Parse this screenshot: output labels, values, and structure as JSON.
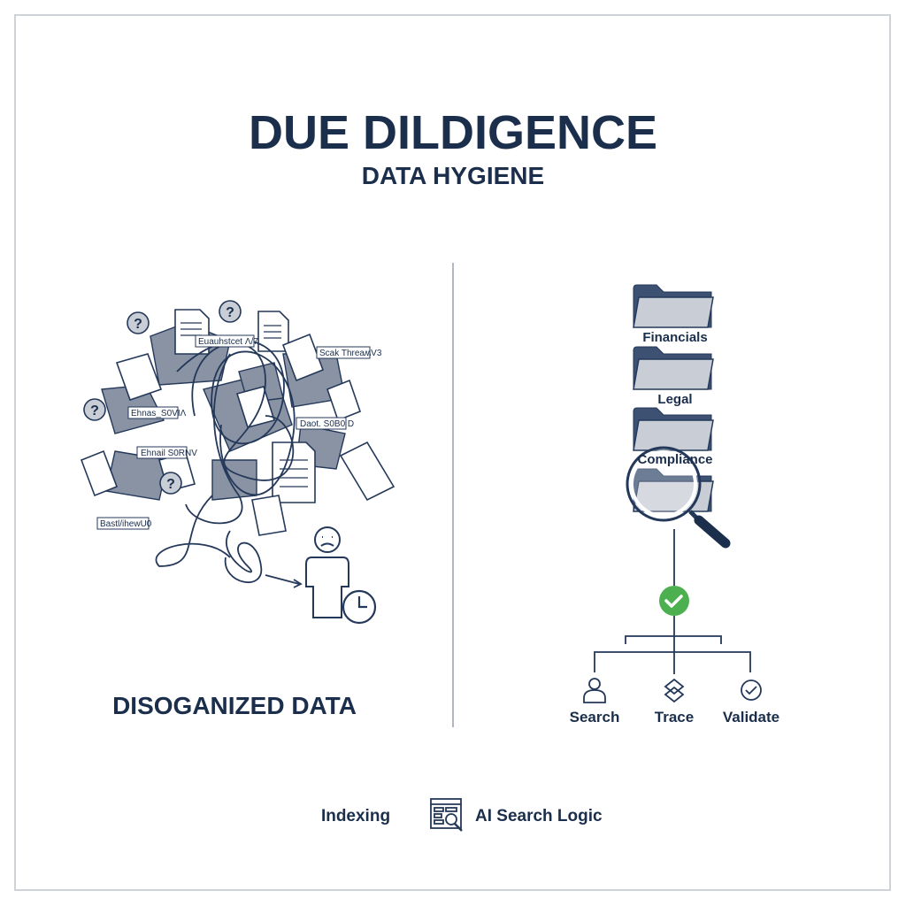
{
  "title": "DUE DILDIGENCE",
  "subtitle": "DATA HYGIENE",
  "left_panel": {
    "caption": "DISOGANIZED DATA",
    "doc_labels": [
      "Euauhstcet Λ/7",
      "Scak ThreaʍV3",
      "Ehnas_S0VIΛ",
      "Daot. S0B0 D",
      "Ehnail S0RNV",
      "Bastl/ihewU0"
    ]
  },
  "right_panel": {
    "folders": [
      "Financials",
      "Legal",
      "Compliance",
      ""
    ],
    "actions": [
      {
        "label": "Search",
        "icon": "user-icon"
      },
      {
        "label": "Trace",
        "icon": "layers-icon"
      },
      {
        "label": "Validate",
        "icon": "check-circle-icon"
      }
    ],
    "status_color": "#4caf50"
  },
  "footer": {
    "indexing": "Indexing",
    "ai_search": "AI Search Logic"
  },
  "colors": {
    "navy": "#1b2e4b",
    "folder": "#c9ced6",
    "green": "#4caf50"
  }
}
